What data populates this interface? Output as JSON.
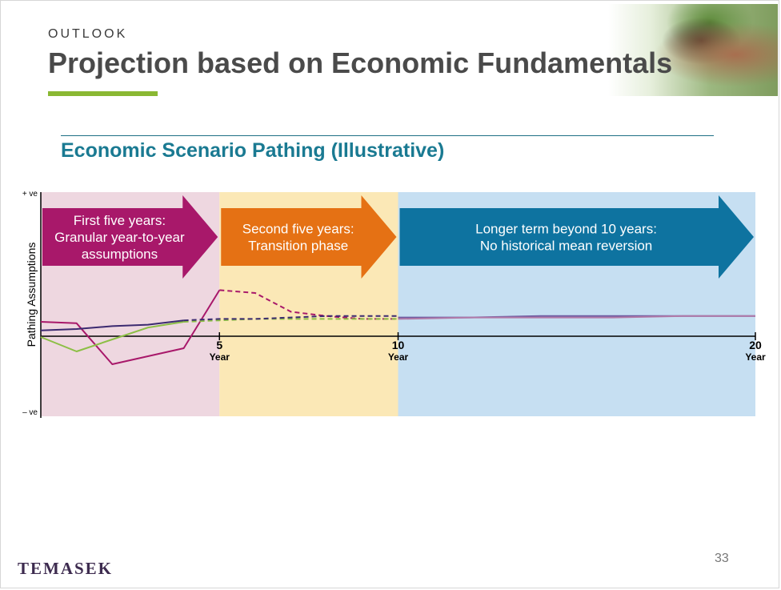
{
  "slide": {
    "section": "OUTLOOK",
    "title": "Projection based on Economic Fundamentals",
    "subtitle": "Economic Scenario Pathing (Illustrative)",
    "logo": "TEMASEK",
    "page_number": "33",
    "colors": {
      "title_accent": "#8ab833",
      "subtitle": "#1a7a92",
      "logo": "#3d2b4f"
    }
  },
  "chart_data": {
    "type": "line",
    "ylabel": "Pathing Assumptions",
    "y_ticks": [
      "+ ve",
      "– ve"
    ],
    "xlim": [
      0,
      20
    ],
    "ylim": [
      -1,
      1
    ],
    "x_ticks": [
      {
        "value": 5,
        "label": "5",
        "unit": "Year"
      },
      {
        "value": 10,
        "label": "10",
        "unit": "Year"
      },
      {
        "value": 20,
        "label": "20",
        "unit": "Year"
      }
    ],
    "phases": [
      {
        "start": 0,
        "end": 5,
        "color": "#eed7e0",
        "lines": [
          "First five years:",
          "Granular year-to-year",
          "assumptions"
        ],
        "arrow_color": "#a8186a"
      },
      {
        "start": 5,
        "end": 10,
        "color": "#fbe8b6",
        "lines": [
          "Second five years:",
          "Transition phase"
        ],
        "arrow_color": "#e57114"
      },
      {
        "start": 10,
        "end": 20,
        "color": "#c6dff2",
        "lines": [
          "Longer term beyond 10 years:",
          "No historical mean reversion"
        ],
        "arrow_color": "#0e73a0"
      }
    ],
    "series": [
      {
        "color": "#a8186a",
        "points": [
          [
            0,
            0.1
          ],
          [
            1,
            0.09
          ],
          [
            2,
            -0.35
          ],
          [
            3,
            -0.25
          ],
          [
            4,
            -0.15
          ],
          [
            5,
            0.32
          ]
        ],
        "dashed": [
          [
            5,
            0.32
          ],
          [
            6,
            0.3
          ],
          [
            7,
            0.17
          ],
          [
            8,
            0.14
          ],
          [
            9,
            0.12
          ],
          [
            10,
            0.12
          ]
        ]
      },
      {
        "color": "#8cbf45",
        "points": [
          [
            0,
            -0.01
          ],
          [
            1,
            -0.19
          ],
          [
            2,
            -0.04
          ],
          [
            3,
            0.06
          ],
          [
            4,
            0.1
          ]
        ],
        "dashed": [
          [
            4,
            0.1
          ],
          [
            5,
            0.11
          ],
          [
            6,
            0.12
          ],
          [
            7,
            0.12
          ],
          [
            8,
            0.12
          ],
          [
            9,
            0.12
          ],
          [
            10,
            0.12
          ]
        ]
      },
      {
        "color": "#3b2a70",
        "points": [
          [
            0,
            0.04
          ],
          [
            1,
            0.05
          ],
          [
            2,
            0.07
          ],
          [
            3,
            0.08
          ],
          [
            4,
            0.11
          ]
        ],
        "dashed": [
          [
            4,
            0.11
          ],
          [
            5,
            0.12
          ],
          [
            6,
            0.12
          ],
          [
            7,
            0.13
          ],
          [
            8,
            0.14
          ],
          [
            9,
            0.14
          ],
          [
            10,
            0.14
          ]
        ]
      },
      {
        "color": "#6e5aa0",
        "points": [
          [
            10,
            0.13
          ],
          [
            12,
            0.13
          ],
          [
            14,
            0.14
          ],
          [
            16,
            0.14
          ],
          [
            18,
            0.14
          ],
          [
            20,
            0.14
          ]
        ],
        "dashed": []
      },
      {
        "color": "#b07aa8",
        "points": [
          [
            10,
            0.12
          ],
          [
            12,
            0.13
          ],
          [
            14,
            0.13
          ],
          [
            16,
            0.13
          ],
          [
            18,
            0.14
          ],
          [
            20,
            0.14
          ]
        ],
        "dashed": []
      }
    ]
  }
}
